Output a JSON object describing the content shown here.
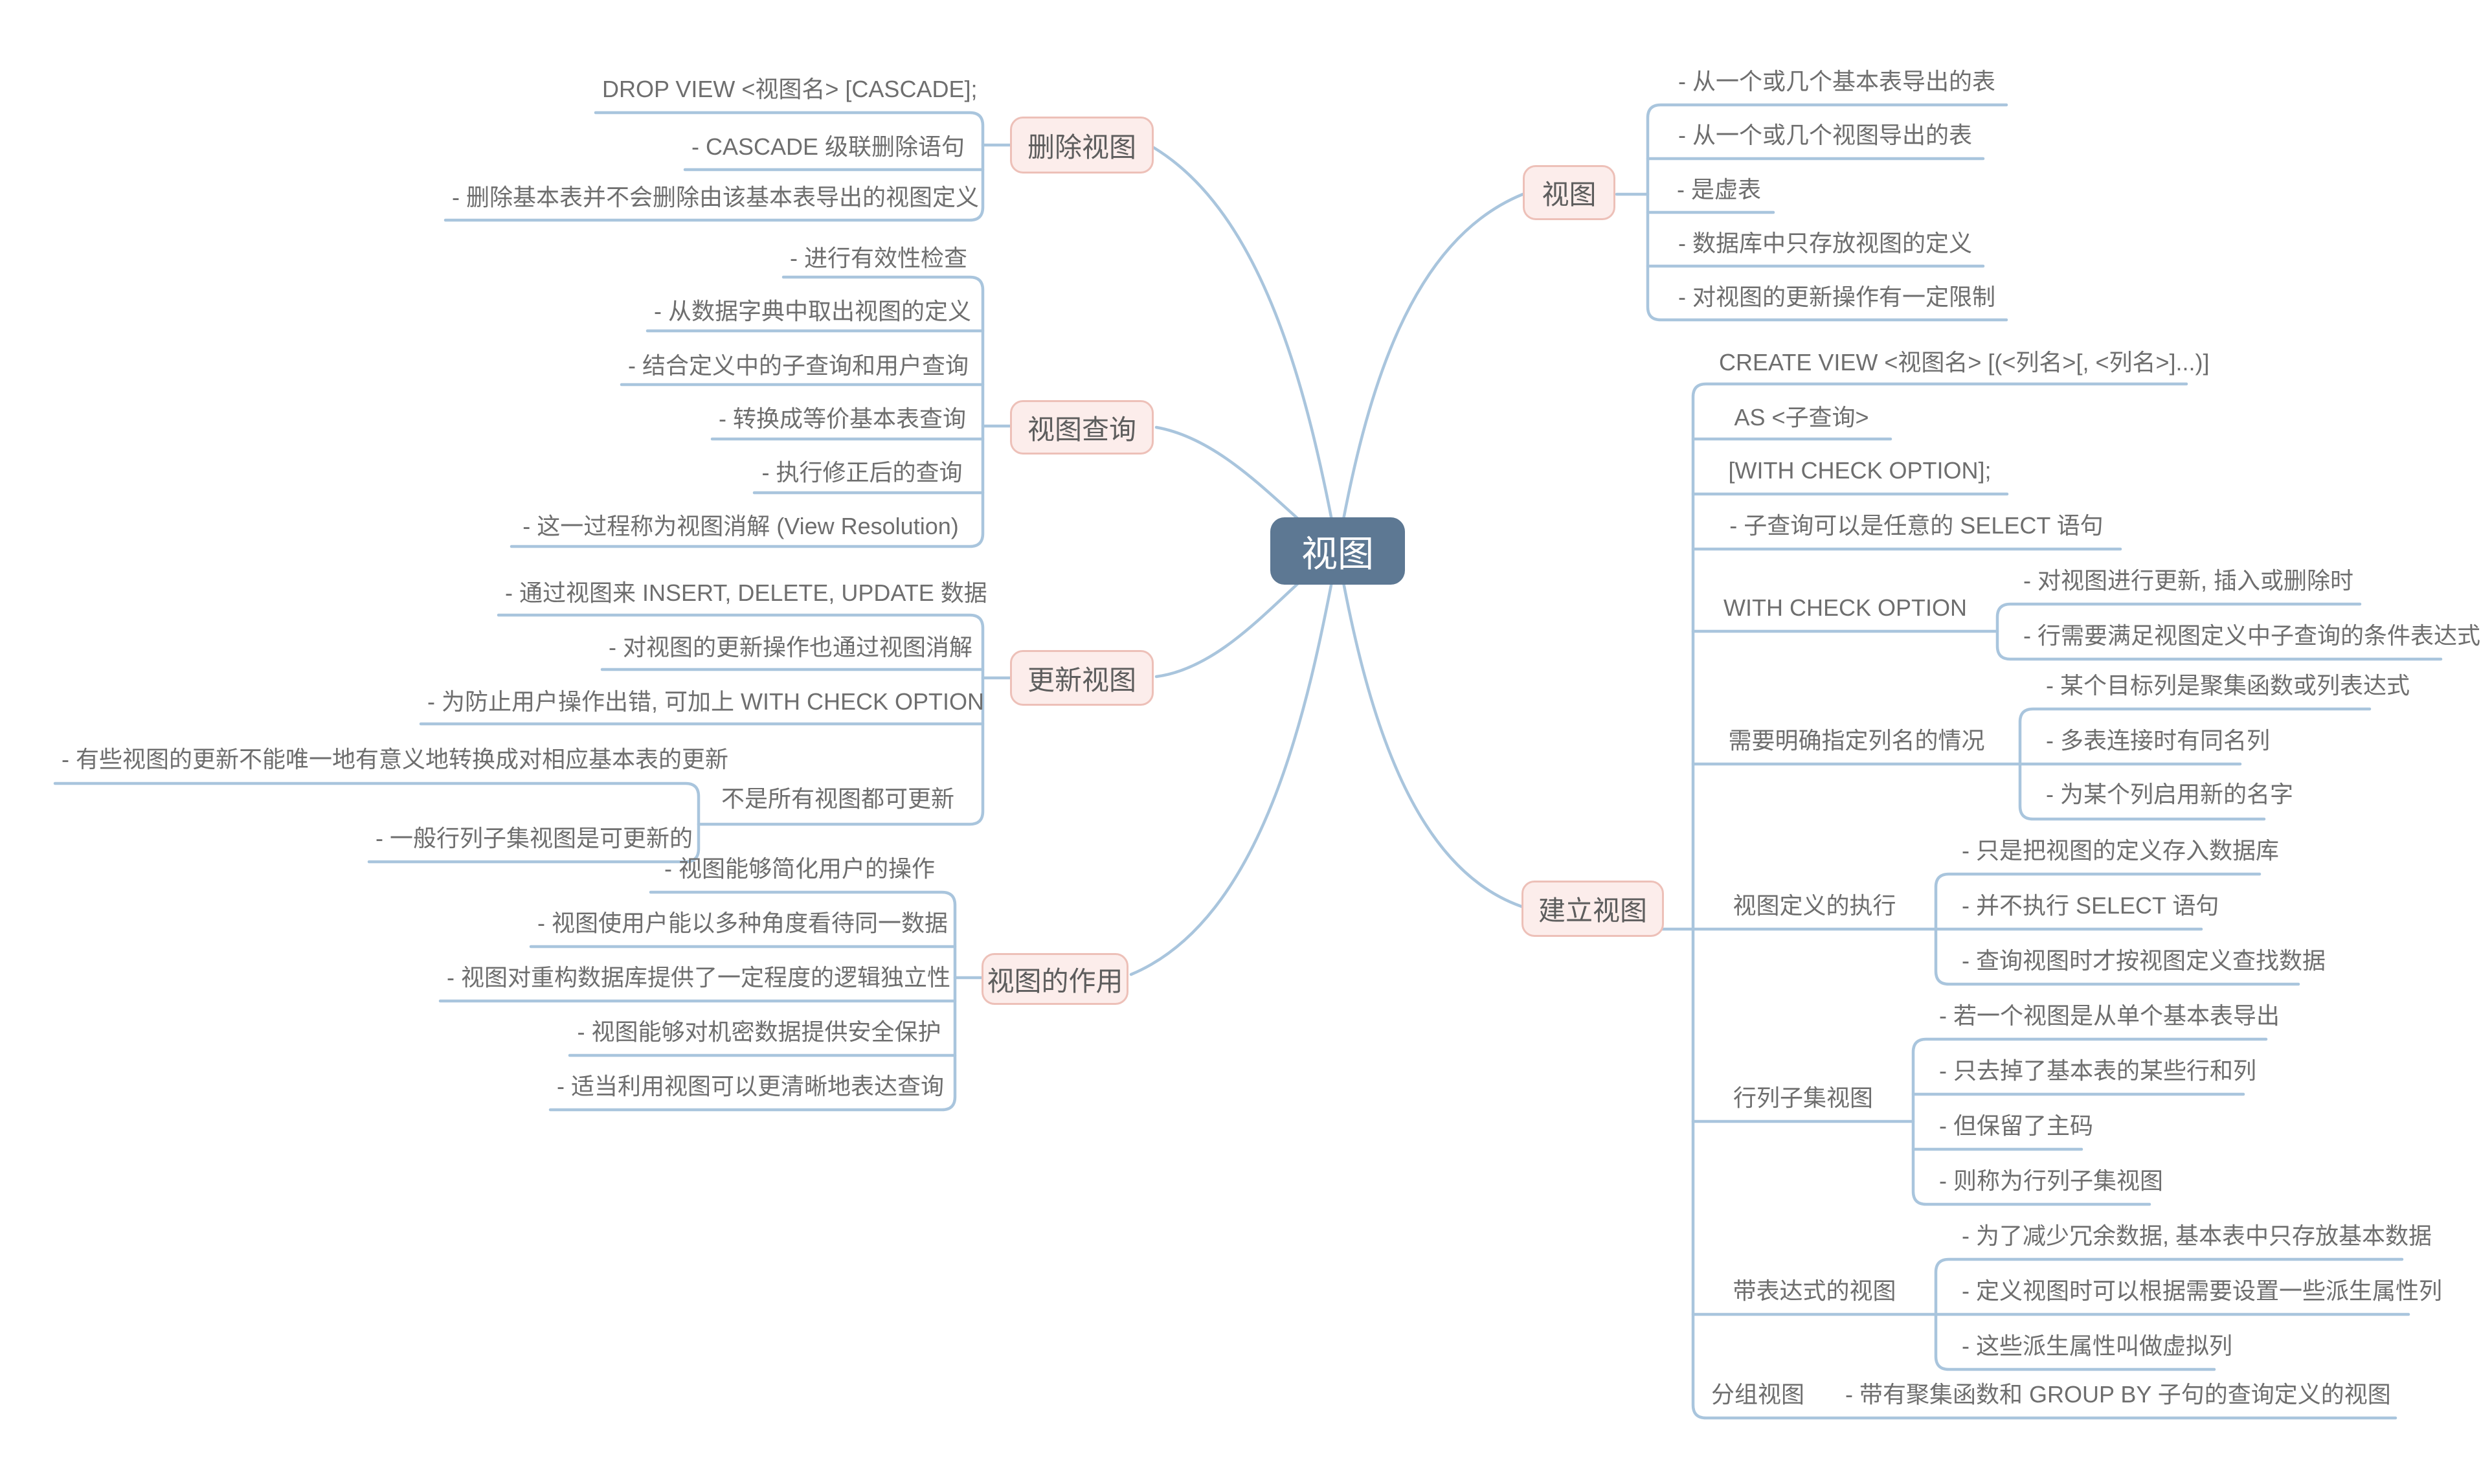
{
  "palette": {
    "background": "#ffffff",
    "line_color": "#a9c5dd",
    "leaf_text_color": "#6e6e6e",
    "topic_bg": "#fcedeb",
    "topic_border": "#edc0b8",
    "topic_text_color": "#5d5d5d",
    "root_bg": "#5d7893",
    "root_text_color": "#ffffff"
  },
  "root": {
    "label": "视图"
  },
  "view_topic": {
    "label": "视图",
    "items": [
      "- 从一个或几个基本表导出的表",
      "- 从一个或几个视图导出的表",
      "- 是虚表",
      "- 数据库中只存放视图的定义",
      "- 对视图的更新操作有一定限制"
    ]
  },
  "delete_view": {
    "label": "删除视图",
    "items": [
      "DROP VIEW <视图名> [CASCADE];",
      "- CASCADE 级联删除语句",
      "- 删除基本表并不会删除由该基本表导出的视图定义"
    ]
  },
  "query_view": {
    "label": "视图查询",
    "items": [
      "- 进行有效性检查",
      "- 从数据字典中取出视图的定义",
      "- 结合定义中的子查询和用户查询",
      "- 转换成等价基本表查询",
      "- 执行修正后的查询",
      "- 这一过程称为视图消解 (View Resolution)"
    ]
  },
  "update_view": {
    "label": "更新视图",
    "items": [
      "- 通过视图来 INSERT, DELETE, UPDATE 数据",
      "- 对视图的更新操作也通过视图消解",
      "- 为防止用户操作出错, 可加上 WITH CHECK OPTION"
    ],
    "not_all": {
      "label": "不是所有视图都可更新",
      "items": [
        "- 有些视图的更新不能唯一地有意义地转换成对相应基本表的更新",
        "- 一般行列子集视图是可更新的"
      ]
    }
  },
  "view_role": {
    "label": "视图的作用",
    "items": [
      "- 视图能够简化用户的操作",
      "- 视图使用户能以多种角度看待同一数据",
      "- 视图对重构数据库提供了一定程度的逻辑独立性",
      "- 视图能够对机密数据提供安全保护",
      "- 适当利用视图可以更清晰地表达查询"
    ]
  },
  "create_view": {
    "label": "建立视图",
    "items": [
      "CREATE VIEW <视图名> [(<列名>[, <列名>]...)]",
      "AS <子查询>",
      "[WITH CHECK OPTION];",
      "- 子查询可以是任意的 SELECT 语句"
    ],
    "with_check": {
      "label": "WITH CHECK OPTION",
      "items": [
        "- 对视图进行更新, 插入或删除时",
        "- 行需要满足视图定义中子查询的条件表达式"
      ]
    },
    "column_names": {
      "label": "需要明确指定列名的情况",
      "items": [
        "- 某个目标列是聚集函数或列表达式",
        "- 多表连接时有同名列",
        "- 为某个列启用新的名字"
      ]
    },
    "definition_exec": {
      "label": "视图定义的执行",
      "items": [
        "- 只是把视图的定义存入数据库",
        "- 并不执行 SELECT 语句",
        "- 查询视图时才按视图定义查找数据"
      ]
    },
    "row_col_subset": {
      "label": "行列子集视图",
      "items": [
        "- 若一个视图是从单个基本表导出",
        "- 只去掉了基本表的某些行和列",
        "- 但保留了主码",
        "- 则称为行列子集视图"
      ]
    },
    "expression": {
      "label": "带表达式的视图",
      "items": [
        "- 为了减少冗余数据, 基本表中只存放基本数据",
        "- 定义视图时可以根据需要设置一些派生属性列",
        "- 这些派生属性叫做虚拟列"
      ]
    },
    "grouped": {
      "label": "分组视图",
      "items": [
        "- 带有聚集函数和 GROUP BY 子句的查询定义的视图"
      ]
    }
  }
}
